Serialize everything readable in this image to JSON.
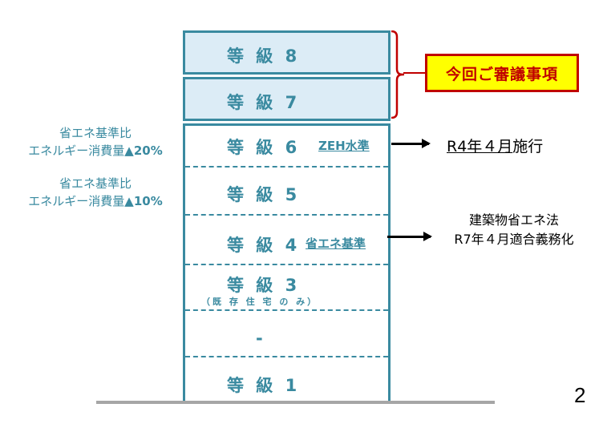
{
  "grades": {
    "g8": "等 級 8",
    "g7": "等 級 7",
    "g6": "等 級 6",
    "g5": "等 級 5",
    "g4": "等 級 4",
    "g3": "等 級 3",
    "g3_note": "（既 存 住 宅 の み）",
    "g2": "-",
    "g1": "等 級 1"
  },
  "tags": {
    "zeh": "ZEH水準",
    "energy_standard": "省エネ基準"
  },
  "side_notes": [
    {
      "line1": "省エネ基準比",
      "line2_prefix": "エネルギー消費量",
      "line2_value": "▲20%"
    },
    {
      "line1": "省エネ基準比",
      "line2_prefix": "エネルギー消費量",
      "line2_value": "▲10%"
    }
  ],
  "callout": {
    "label": "今回ご審議事項",
    "border_color": "#c00000",
    "fill_color": "#ffff00"
  },
  "right_notes": {
    "r4_underlined": "R4年４月",
    "r4_rest": "施行",
    "law_line1": "建築物省エネ法",
    "law_line2": "R7年４月適合義務化"
  },
  "page_number": "2",
  "colors": {
    "accent": "#3a8aa0",
    "box_fill": "#dcecf6",
    "ground": "#a6a6a6"
  }
}
